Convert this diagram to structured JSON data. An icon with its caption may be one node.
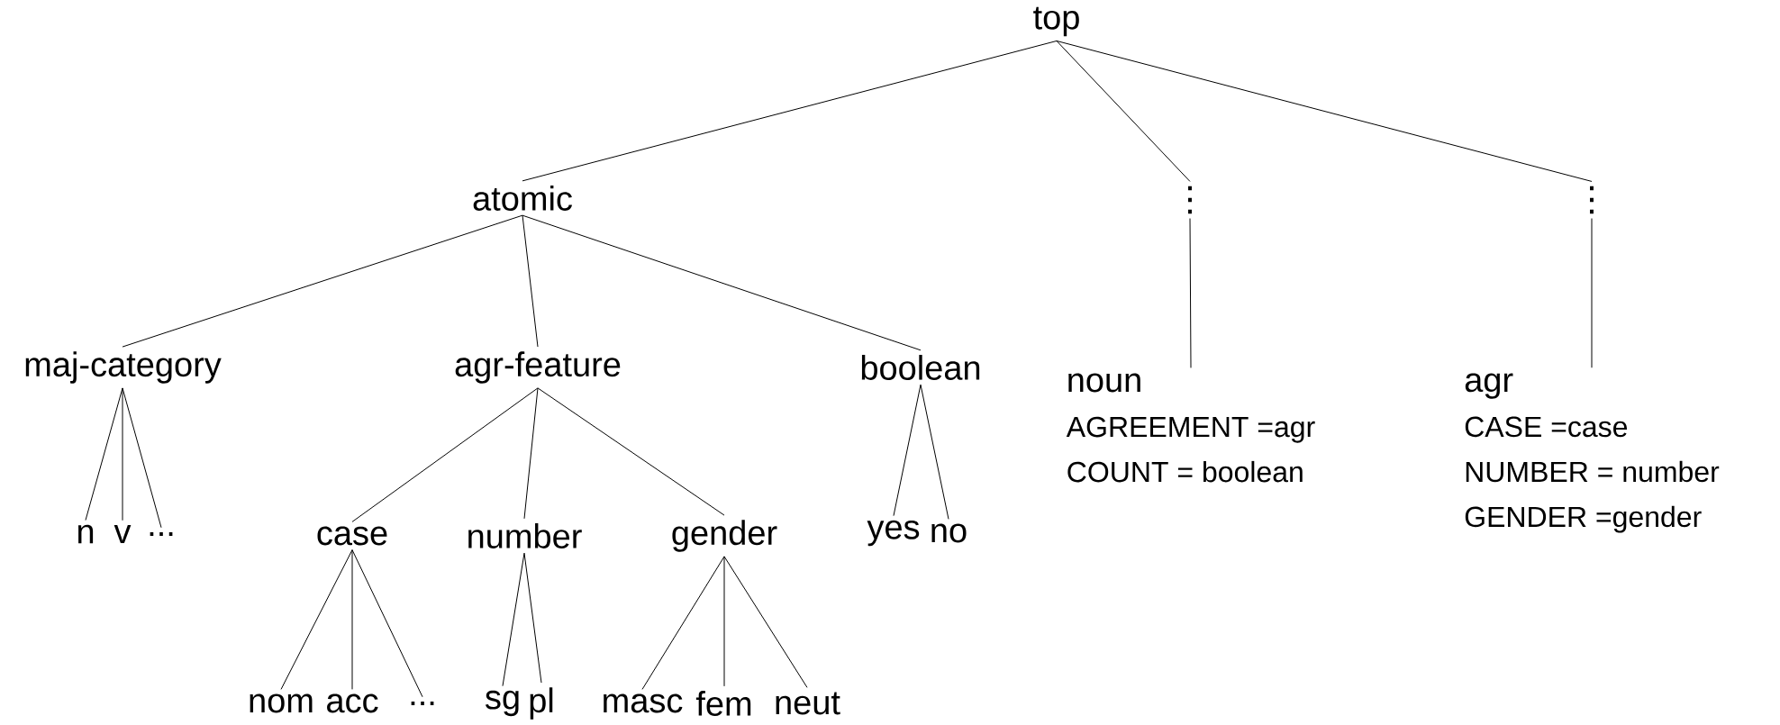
{
  "diagram": {
    "nodes": [
      {
        "text": [
          "top"
        ]
      },
      {
        "text": [
          "atomic"
        ]
      },
      {
        "text": [
          "⋮"
        ]
      },
      {
        "text": [
          "⋮"
        ]
      },
      {
        "text": [
          "maj-category"
        ]
      },
      {
        "text": [
          "agr-feature"
        ]
      },
      {
        "text": [
          "boolean"
        ]
      },
      {
        "text": [
          "noun",
          "AGREEMENT =agr",
          "COUNT = boolean"
        ]
      },
      {
        "text": [
          "agr",
          "CASE =case",
          "NUMBER = number",
          "GENDER =gender"
        ]
      },
      {
        "text": [
          "n"
        ]
      },
      {
        "text": [
          "v"
        ]
      },
      {
        "text": [
          "..."
        ]
      },
      {
        "text": [
          "case"
        ]
      },
      {
        "text": [
          "number"
        ]
      },
      {
        "text": [
          "gender"
        ]
      },
      {
        "text": [
          "yes"
        ]
      },
      {
        "text": [
          "no"
        ]
      },
      {
        "text": [
          "nom"
        ]
      },
      {
        "text": [
          "acc"
        ]
      },
      {
        "text": [
          "..."
        ]
      },
      {
        "text": [
          "sg"
        ]
      },
      {
        "text": [
          "pl"
        ]
      },
      {
        "text": [
          "masc"
        ]
      },
      {
        "text": [
          "fem"
        ]
      },
      {
        "text": [
          "neut"
        ]
      }
    ],
    "edges": [
      {
        "from": 0,
        "to": 1,
        "arrow": "none"
      },
      {
        "from": 0,
        "to": 2,
        "arrow": "none"
      },
      {
        "from": 0,
        "to": 3,
        "arrow": "none"
      },
      {
        "from": 1,
        "to": 4,
        "arrow": "none"
      },
      {
        "from": 1,
        "to": 5,
        "arrow": "none"
      },
      {
        "from": 1,
        "to": 6,
        "arrow": "none"
      },
      {
        "from": 2,
        "to": 7,
        "arrow": "none"
      },
      {
        "from": 3,
        "to": 8,
        "arrow": "none"
      },
      {
        "from": 4,
        "to": 9,
        "arrow": "none"
      },
      {
        "from": 4,
        "to": 10,
        "arrow": "none"
      },
      {
        "from": 4,
        "to": 11,
        "arrow": "none"
      },
      {
        "from": 5,
        "to": 12,
        "arrow": "none"
      },
      {
        "from": 5,
        "to": 13,
        "arrow": "none"
      },
      {
        "from": 5,
        "to": 14,
        "arrow": "none"
      },
      {
        "from": 6,
        "to": 15,
        "arrow": "none"
      },
      {
        "from": 6,
        "to": 16,
        "arrow": "none"
      },
      {
        "from": 12,
        "to": 17,
        "arrow": "none"
      },
      {
        "from": 12,
        "to": 18,
        "arrow": "none"
      },
      {
        "from": 12,
        "to": 19,
        "arrow": "none"
      },
      {
        "from": 13,
        "to": 20,
        "arrow": "none"
      },
      {
        "from": 13,
        "to": 21,
        "arrow": "none"
      },
      {
        "from": 14,
        "to": 22,
        "arrow": "none"
      },
      {
        "from": 14,
        "to": 23,
        "arrow": "none"
      },
      {
        "from": 14,
        "to": 24,
        "arrow": "none"
      }
    ]
  }
}
